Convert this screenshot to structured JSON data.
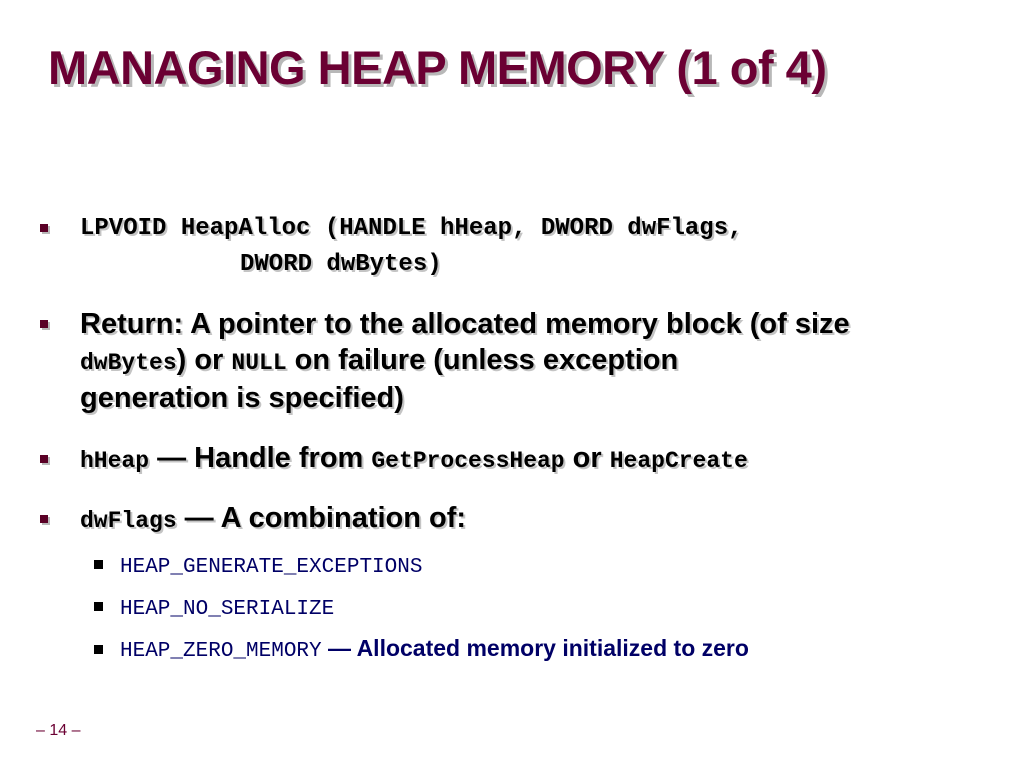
{
  "slide": {
    "title": "MANAGING HEAP MEMORY (1 of 4)",
    "page_number": "– 14 –"
  },
  "bullets": {
    "signature": {
      "line1": "LPVOID HeapAlloc (HANDLE hHeap, DWORD dwFlags,",
      "line2": "DWORD dwBytes)"
    },
    "return": {
      "text1": "Return: A pointer to the allocated memory block (of size",
      "code1": "dwBytes",
      "text2": ") or ",
      "code2": "NULL",
      "text3": " on failure (unless exception",
      "line3": "generation is specified)"
    },
    "hheap": {
      "code1": "hHeap",
      "text1": " — Handle from ",
      "code2": "GetProcessHeap",
      "text2": " or ",
      "code3": "HeapCreate"
    },
    "dwflags": {
      "code1": "dwFlags",
      "text1": " — A combination of:"
    }
  },
  "flags": [
    {
      "code": "HEAP_GENERATE_EXCEPTIONS",
      "desc": ""
    },
    {
      "code": "HEAP_NO_SERIALIZE",
      "desc": ""
    },
    {
      "code": "HEAP_ZERO_MEMORY",
      "desc": " — Allocated memory initialized to zero"
    }
  ],
  "colors": {
    "title": "#6b0033",
    "bullet_marker": "#5a0026",
    "sub_text": "#000066"
  }
}
